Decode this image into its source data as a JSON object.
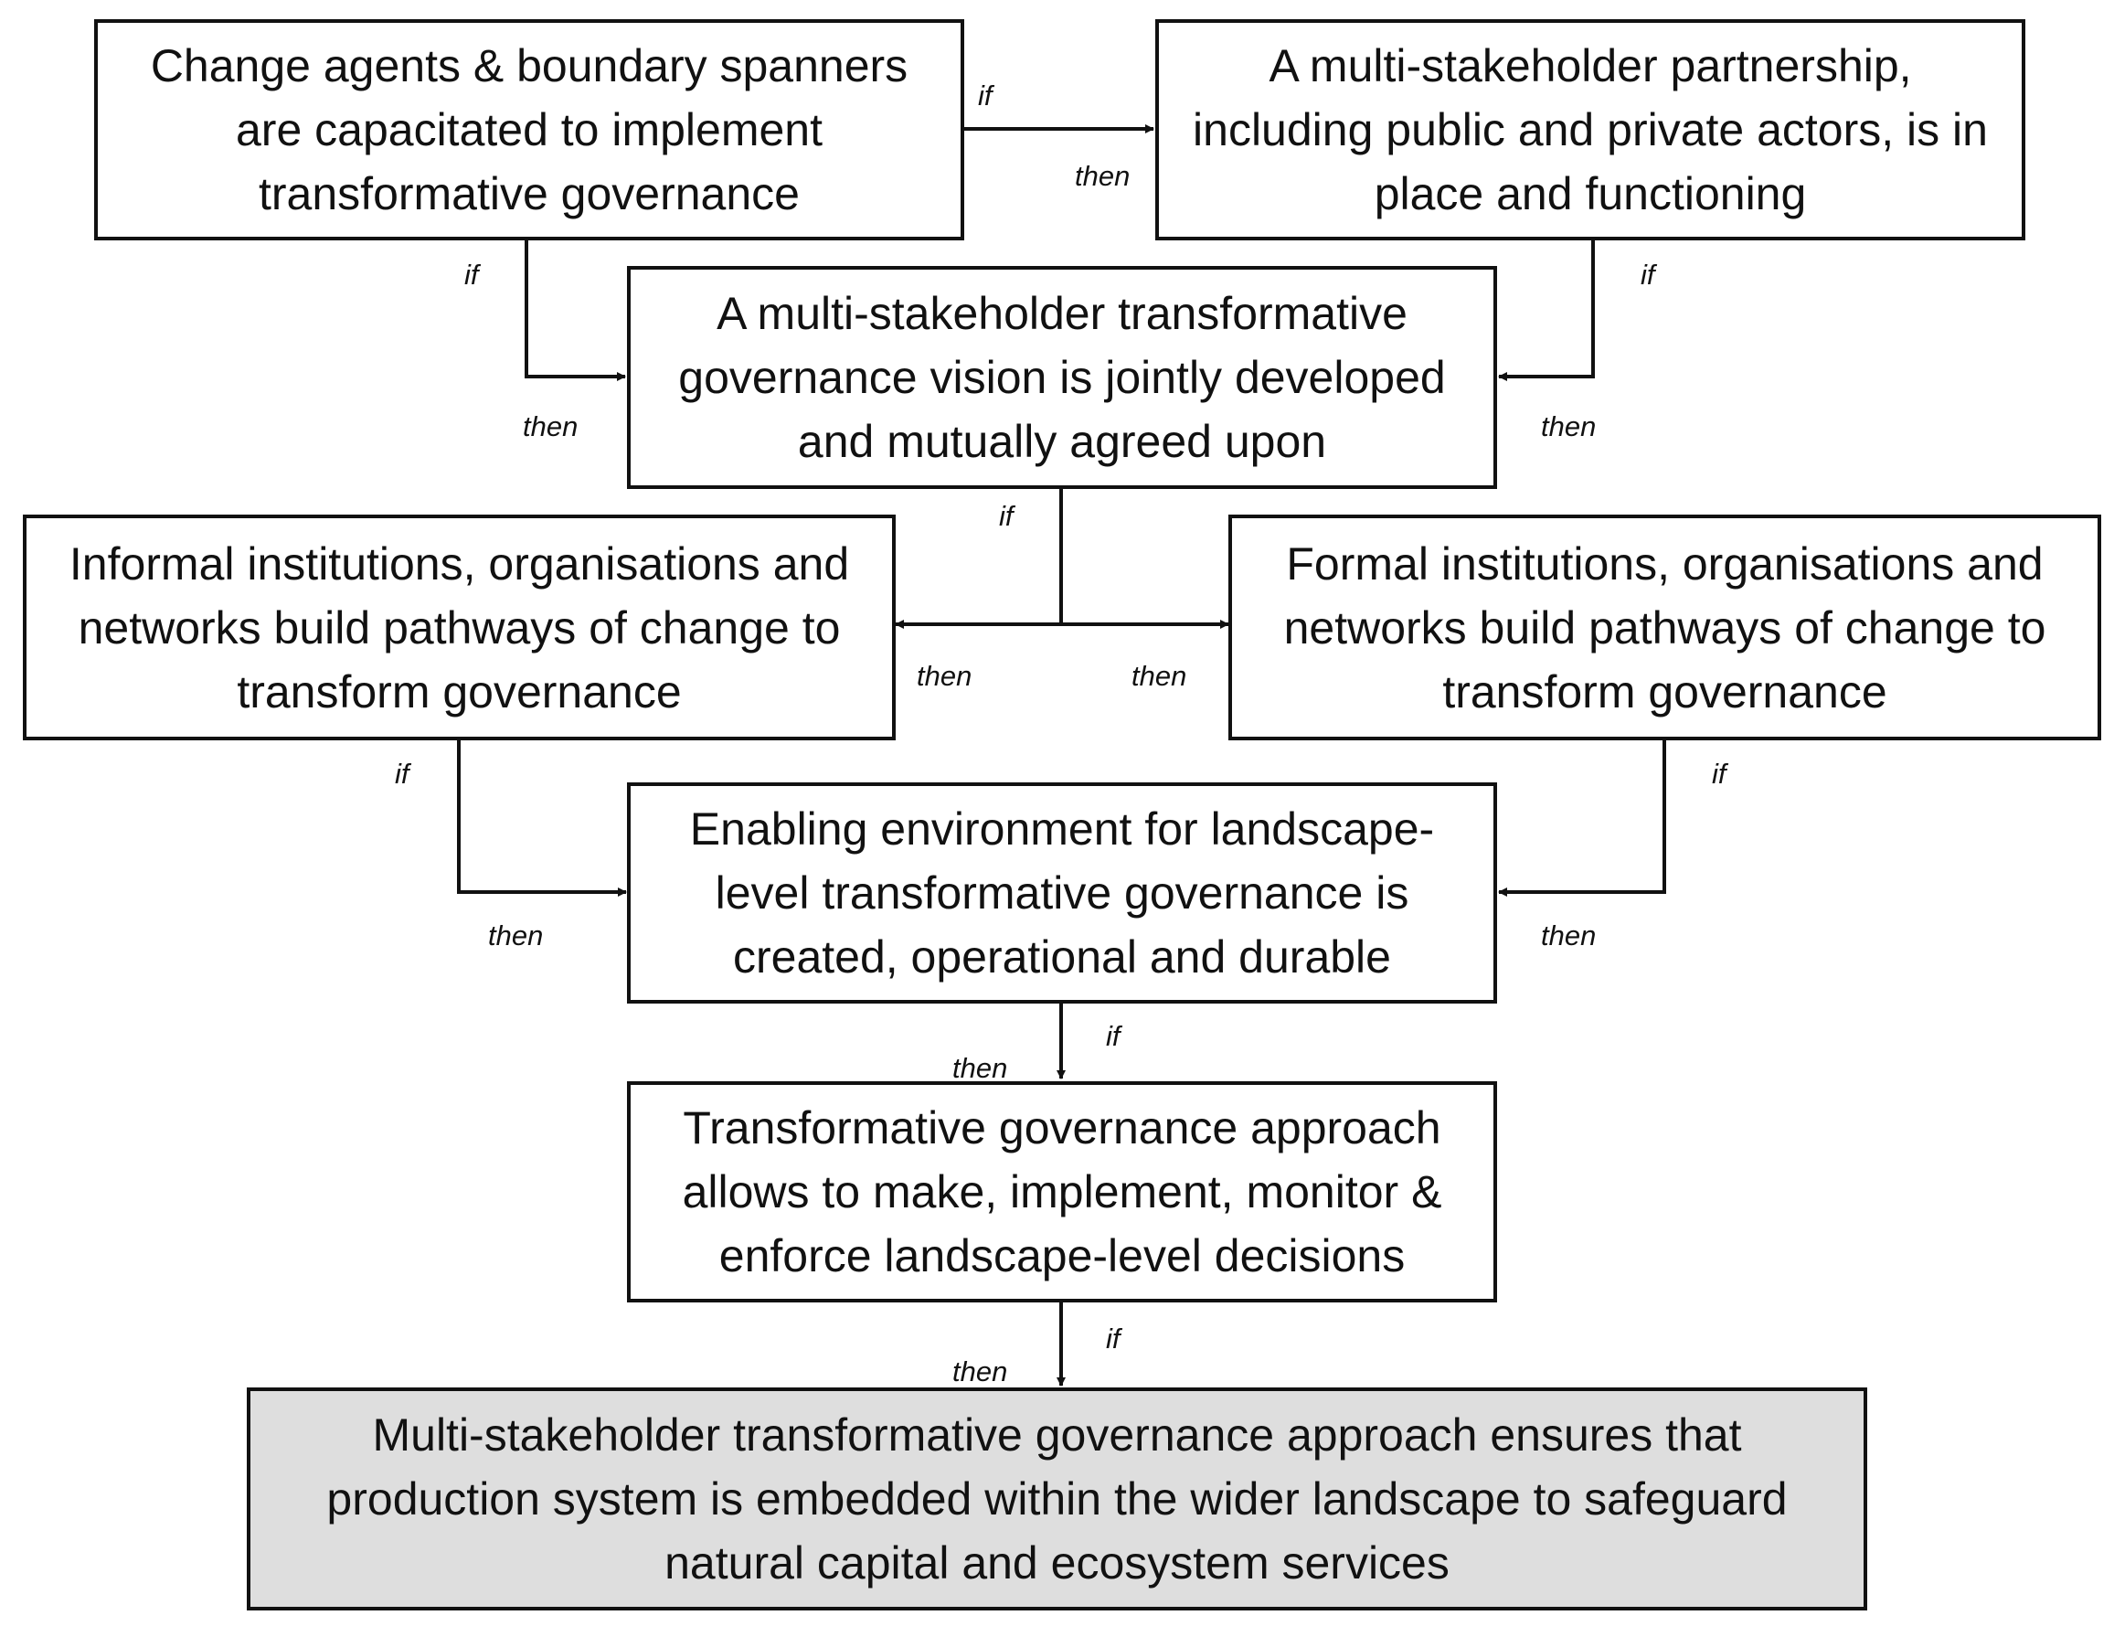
{
  "boxes": {
    "b1": "Change agents & boundary spanners are capacitated to implement transformative governance",
    "b2": "A multi-stakeholder partnership, including public and private actors, is in place and functioning",
    "b3": "A multi-stakeholder transformative governance vision is jointly developed and mutually agreed upon",
    "b4": "Informal institutions, organisations and networks build pathways of change to transform governance",
    "b5": "Formal institutions, organisations and networks build pathways of change to transform governance",
    "b6": "Enabling environment for landscape-level transformative governance is created, operational and durable",
    "b7": "Transformative governance approach allows to make, implement, monitor & enforce landscape-level decisions",
    "b8": "Multi-stakeholder transformative governance approach ensures that production system is embedded within the wider landscape to safeguard natural capital and ecosystem services"
  },
  "labels": {
    "if": "if",
    "then": "then"
  },
  "colors": {
    "line": "#111111",
    "goal_fill": "#dedede",
    "box_fill": "#ffffff"
  }
}
